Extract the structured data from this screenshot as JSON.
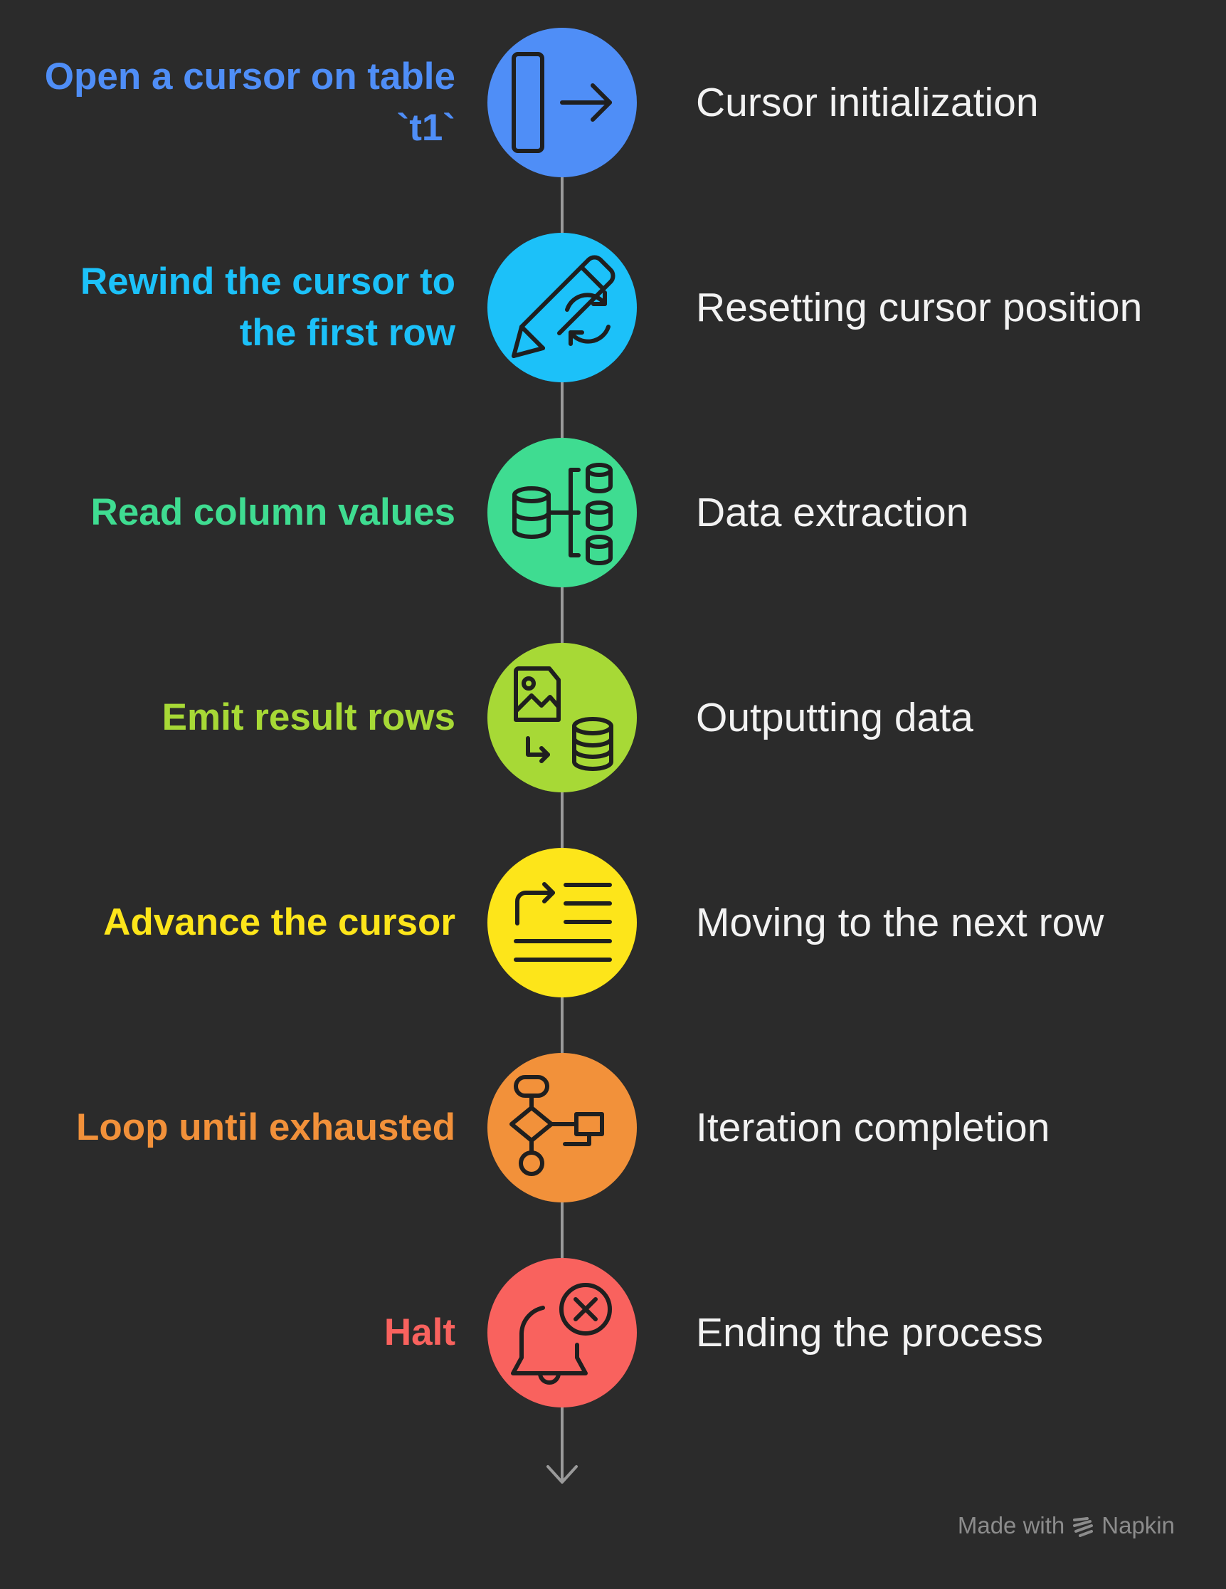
{
  "steps": [
    {
      "title": "Open a cursor on table `t1`",
      "description": "Cursor initialization",
      "color": "#4f8ef7",
      "icon": "open-cursor-icon"
    },
    {
      "title": "Rewind the cursor to the first row",
      "description": "Resetting cursor position",
      "color": "#1cc1f9",
      "icon": "pencil-refresh-icon"
    },
    {
      "title": "Read column values",
      "description": "Data extraction",
      "color": "#3fdc91",
      "icon": "database-columns-icon"
    },
    {
      "title": "Emit result rows",
      "description": "Outputting data",
      "color": "#a7d936",
      "icon": "image-to-database-icon"
    },
    {
      "title": "Advance the cursor",
      "description": "Moving to the next row",
      "color": "#fde51a",
      "icon": "forward-lines-icon"
    },
    {
      "title": "Loop until exhausted",
      "description": "Iteration completion",
      "color": "#f2913a",
      "icon": "flowchart-icon"
    },
    {
      "title": "Halt",
      "description": "Ending the process",
      "color": "#f9625e",
      "icon": "bell-cancel-icon"
    }
  ],
  "footer": {
    "made_with": "Made with",
    "brand": "Napkin",
    "brand_icon": "napkin-logo-icon"
  }
}
